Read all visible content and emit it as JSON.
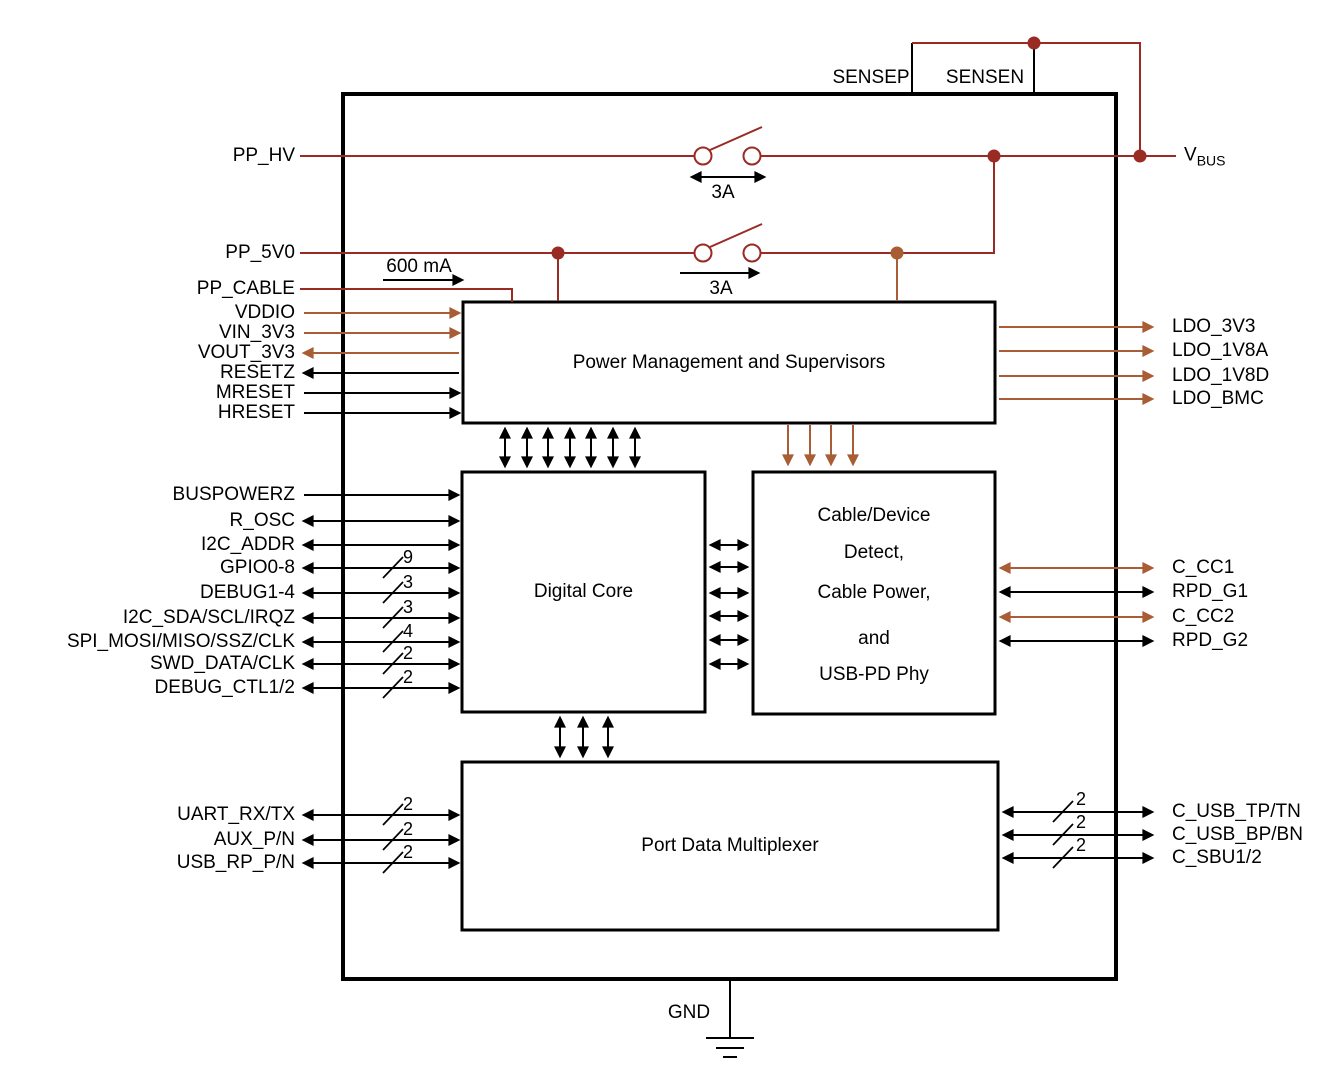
{
  "palette": {
    "wire_red": "#9A2B24",
    "wire_brown": "#A95D34",
    "wire_black": "#000000"
  },
  "external": {
    "sensep": "SENSEP",
    "sensen": "SENSEN",
    "vbus_main": "V",
    "vbus_sub": "BUS",
    "gnd": "GND"
  },
  "power_rails": {
    "pp_hv": {
      "label": "PP_HV",
      "switch_rating": "3A"
    },
    "pp_5v0": {
      "label": "PP_5V0",
      "switch_rating": "3A"
    },
    "pp_cable": {
      "label": "PP_CABLE",
      "current_limit": "600 mA"
    }
  },
  "power_block": {
    "title": "Power Management and Supervisors",
    "left_pins": [
      {
        "label": "VDDIO"
      },
      {
        "label": "VIN_3V3"
      },
      {
        "label": "VOUT_3V3"
      },
      {
        "label": "RESETZ"
      },
      {
        "label": "MRESET"
      },
      {
        "label": "HRESET"
      }
    ],
    "right_pins": [
      {
        "label": "LDO_3V3"
      },
      {
        "label": "LDO_1V8A"
      },
      {
        "label": "LDO_1V8D"
      },
      {
        "label": "LDO_BMC"
      }
    ]
  },
  "digital_core": {
    "title": "Digital Core",
    "left_pins": [
      {
        "label": "BUSPOWERZ"
      },
      {
        "label": "R_OSC"
      },
      {
        "label": "I2C_ADDR"
      },
      {
        "label": "GPIO0-8",
        "bus_width": "9"
      },
      {
        "label": "DEBUG1-4",
        "bus_width": "3"
      },
      {
        "label": "I2C_SDA/SCL/IRQZ",
        "bus_width": "3"
      },
      {
        "label": "SPI_MOSI/MISO/SSZ/CLK",
        "bus_width": "4"
      },
      {
        "label": "SWD_DATA/CLK",
        "bus_width": "2"
      },
      {
        "label": "DEBUG_CTL1/2",
        "bus_width": "2"
      }
    ]
  },
  "cable_block": {
    "title_lines": [
      "Cable/Device",
      "Detect,",
      "Cable Power,",
      "and",
      "USB-PD Phy"
    ],
    "right_pins": [
      {
        "label": "C_CC1"
      },
      {
        "label": "RPD_G1"
      },
      {
        "label": "C_CC2"
      },
      {
        "label": "RPD_G2"
      }
    ]
  },
  "port_mux": {
    "title": "Port Data Multiplexer",
    "left_pins": [
      {
        "label": "UART_RX/TX",
        "bus_width": "2"
      },
      {
        "label": "AUX_P/N",
        "bus_width": "2"
      },
      {
        "label": "USB_RP_P/N",
        "bus_width": "2"
      }
    ],
    "right_pins": [
      {
        "label": "C_USB_TP/TN",
        "bus_width": "2"
      },
      {
        "label": "C_USB_BP/BN",
        "bus_width": "2"
      },
      {
        "label": "C_SBU1/2",
        "bus_width": "2"
      }
    ]
  }
}
